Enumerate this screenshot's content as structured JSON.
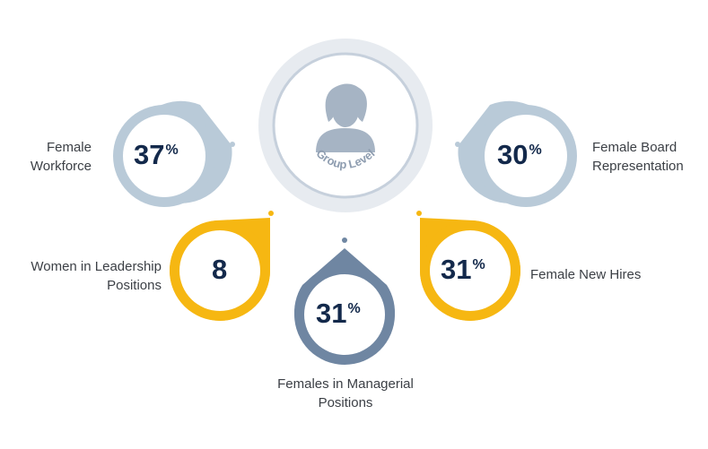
{
  "center": {
    "label": "Group Level"
  },
  "metrics": [
    {
      "id": "female-workforce",
      "label_lines": [
        "Female",
        "Workforce"
      ],
      "value": "37",
      "unit": "%",
      "color": "#b9cad8"
    },
    {
      "id": "female-board",
      "label_lines": [
        "Female Board",
        "Representation"
      ],
      "value": "30",
      "unit": "%",
      "color": "#b9cad8"
    },
    {
      "id": "women-leadership",
      "label_lines": [
        "Women in Leadership",
        "Positions"
      ],
      "value": "8",
      "unit": "",
      "color": "#f6b712"
    },
    {
      "id": "female-new-hires",
      "label_lines": [
        "Female New Hires"
      ],
      "value": "31",
      "unit": "%",
      "color": "#f6b712"
    },
    {
      "id": "females-managerial",
      "label_lines": [
        "Females in Managerial",
        "Positions"
      ],
      "value": "31",
      "unit": "%",
      "color": "#6f86a2"
    }
  ],
  "colors": {
    "text": "#3b3f45",
    "value": "#13294b",
    "center_ring": "#e7ebf0",
    "avatar": "#a6b4c4"
  }
}
